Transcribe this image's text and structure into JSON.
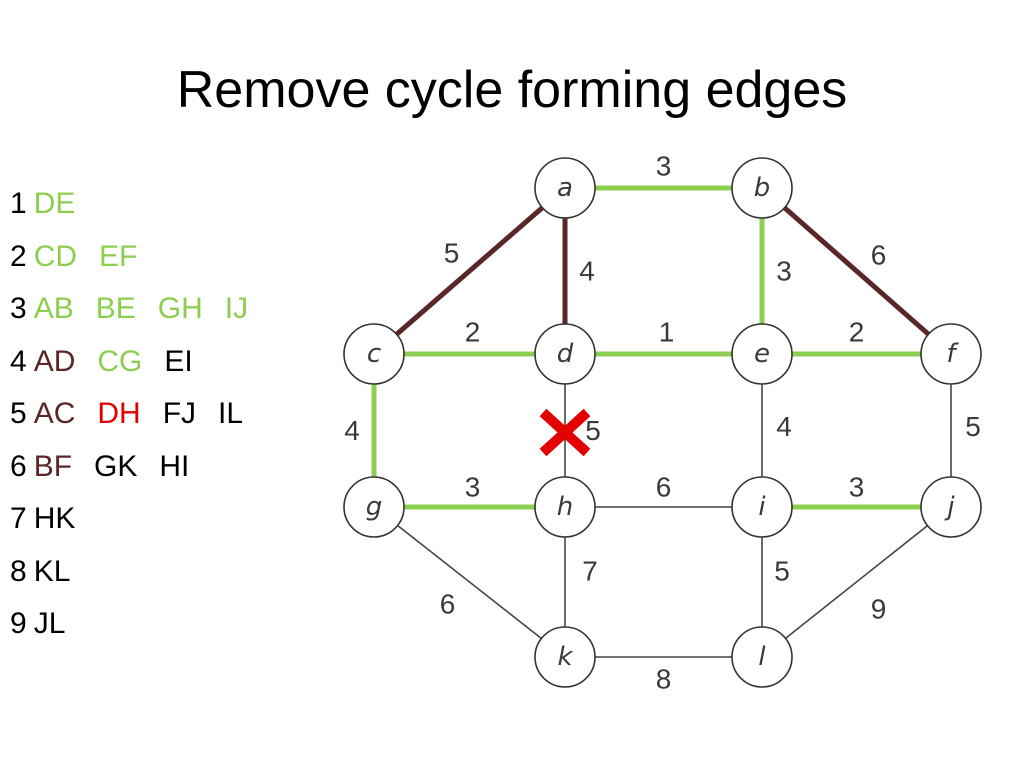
{
  "title": "Remove cycle forming edges",
  "colors": {
    "selected": "#8ccf50",
    "rejected": "#5b2626",
    "removed_mark": "#e30000",
    "pending": "#000000",
    "default_edge": "#444444"
  },
  "edge_list": [
    {
      "weight": "1",
      "edges": [
        {
          "label": "DE",
          "status": "selected"
        }
      ]
    },
    {
      "weight": "2",
      "edges": [
        {
          "label": "CD",
          "status": "selected"
        },
        {
          "label": "EF",
          "status": "selected"
        }
      ]
    },
    {
      "weight": "3",
      "edges": [
        {
          "label": "AB",
          "status": "selected"
        },
        {
          "label": "BE",
          "status": "selected"
        },
        {
          "label": "GH",
          "status": "selected"
        },
        {
          "label": "IJ",
          "status": "selected"
        }
      ]
    },
    {
      "weight": "4",
      "edges": [
        {
          "label": "AD",
          "status": "rejected"
        },
        {
          "label": "CG",
          "status": "selected"
        },
        {
          "label": "EI",
          "status": "pending"
        }
      ]
    },
    {
      "weight": "5",
      "edges": [
        {
          "label": "AC",
          "status": "rejected"
        },
        {
          "label": "DH",
          "status": "removed"
        },
        {
          "label": "FJ",
          "status": "pending"
        },
        {
          "label": "IL",
          "status": "pending"
        }
      ]
    },
    {
      "weight": "6",
      "edges": [
        {
          "label": "BF",
          "status": "rejected"
        },
        {
          "label": "GK",
          "status": "pending"
        },
        {
          "label": "HI",
          "status": "pending"
        }
      ]
    },
    {
      "weight": "7",
      "edges": [
        {
          "label": "HK",
          "status": "pending"
        }
      ]
    },
    {
      "weight": "8",
      "edges": [
        {
          "label": "KL",
          "status": "pending"
        }
      ]
    },
    {
      "weight": "9",
      "edges": [
        {
          "label": "JL",
          "status": "pending"
        }
      ]
    }
  ],
  "graph": {
    "nodes": [
      {
        "id": "a",
        "label": "a"
      },
      {
        "id": "b",
        "label": "b"
      },
      {
        "id": "c",
        "label": "c"
      },
      {
        "id": "d",
        "label": "d"
      },
      {
        "id": "e",
        "label": "e"
      },
      {
        "id": "f",
        "label": "f"
      },
      {
        "id": "g",
        "label": "g"
      },
      {
        "id": "h",
        "label": "h"
      },
      {
        "id": "i",
        "label": "i"
      },
      {
        "id": "j",
        "label": "j"
      },
      {
        "id": "k",
        "label": "k"
      },
      {
        "id": "l",
        "label": "l"
      }
    ],
    "edges": [
      {
        "from": "a",
        "to": "b",
        "weight": "3",
        "status": "selected"
      },
      {
        "from": "a",
        "to": "c",
        "weight": "5",
        "status": "rejected"
      },
      {
        "from": "a",
        "to": "d",
        "weight": "4",
        "status": "rejected"
      },
      {
        "from": "b",
        "to": "e",
        "weight": "3",
        "status": "selected"
      },
      {
        "from": "b",
        "to": "f",
        "weight": "6",
        "status": "rejected"
      },
      {
        "from": "c",
        "to": "d",
        "weight": "2",
        "status": "selected"
      },
      {
        "from": "d",
        "to": "e",
        "weight": "1",
        "status": "selected"
      },
      {
        "from": "e",
        "to": "f",
        "weight": "2",
        "status": "selected"
      },
      {
        "from": "c",
        "to": "g",
        "weight": "4",
        "status": "selected"
      },
      {
        "from": "d",
        "to": "h",
        "weight": "5",
        "status": "removed"
      },
      {
        "from": "e",
        "to": "i",
        "weight": "4",
        "status": "pending"
      },
      {
        "from": "f",
        "to": "j",
        "weight": "5",
        "status": "pending"
      },
      {
        "from": "g",
        "to": "h",
        "weight": "3",
        "status": "selected"
      },
      {
        "from": "h",
        "to": "i",
        "weight": "6",
        "status": "pending"
      },
      {
        "from": "i",
        "to": "j",
        "weight": "3",
        "status": "selected"
      },
      {
        "from": "g",
        "to": "k",
        "weight": "6",
        "status": "pending"
      },
      {
        "from": "h",
        "to": "k",
        "weight": "7",
        "status": "pending"
      },
      {
        "from": "i",
        "to": "l",
        "weight": "5",
        "status": "pending"
      },
      {
        "from": "j",
        "to": "l",
        "weight": "9",
        "status": "pending"
      },
      {
        "from": "k",
        "to": "l",
        "weight": "8",
        "status": "pending"
      }
    ]
  }
}
